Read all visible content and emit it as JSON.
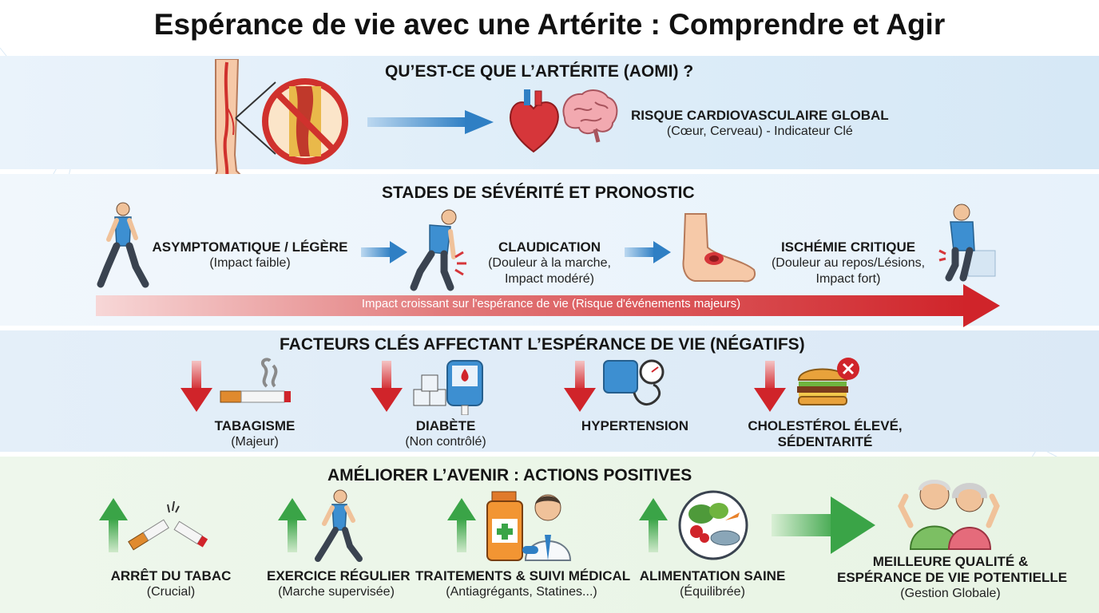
{
  "title": "Espérance de vie avec une Artérite : Comprendre et Agir",
  "section1": {
    "heading": "QU’EST-CE QUE L’ARTÉRITE (AOMI) ?",
    "risk_title": "RISQUE CARDIOVASCULAIRE GLOBAL",
    "risk_sub": "(Cœur, Cerveau) - Indicateur Clé",
    "icons": [
      "leg-artery-icon",
      "blocked-artery-icon",
      "heart-icon",
      "brain-icon"
    ]
  },
  "section2": {
    "heading": "STADES DE SÉVÉRITÉ ET PRONOSTIC",
    "stages": [
      {
        "title": "ASYMPTOMATIQUE / LÉGÈRE",
        "line1": "(Impact faible)",
        "line2": ""
      },
      {
        "title": "CLAUDICATION",
        "line1": "(Douleur à la marche,",
        "line2": "Impact modéré)"
      },
      {
        "title": "ISCHÉMIE CRITIQUE",
        "line1": "(Douleur au repos/Lésions,",
        "line2": "Impact fort)"
      }
    ],
    "impact_arrow": "Impact croissant sur l'espérance de vie (Risque d'événements majeurs)"
  },
  "section3": {
    "heading": "FACTEURS CLÉS AFFECTANT L’ESPÉRANCE DE VIE (NÉGATIFS)",
    "factors": [
      {
        "title": "TABAGISME",
        "sub": "(Majeur)"
      },
      {
        "title": "DIABÈTE",
        "sub": "(Non contrôlé)"
      },
      {
        "title": "HYPERTENSION",
        "sub": ""
      },
      {
        "title": "CHOLESTÉROL ÉLEVÉ,",
        "sub": "SÉDENTARITÉ"
      }
    ]
  },
  "section4": {
    "heading": "AMÉLIORER L’AVENIR : ACTIONS POSITIVES",
    "actions": [
      {
        "title": "ARRÊT DU TABAC",
        "sub": "(Crucial)"
      },
      {
        "title": "EXERCICE RÉGULIER",
        "sub": "(Marche supervisée)"
      },
      {
        "title": "TRAITEMENTS & SUIVI MÉDICAL",
        "sub": "(Antiagrégants, Statines...)"
      },
      {
        "title": "ALIMENTATION SAINE",
        "sub": "(Équilibrée)"
      }
    ],
    "result": {
      "line1": "MEILLEURE QUALITÉ &",
      "line2": "ESPÉRANCE DE VIE POTENTIELLE",
      "sub": "(Gestion Globale)"
    }
  },
  "colors": {
    "negative": "#d6363a",
    "positive": "#3aa447",
    "accent_blue": "#2f7fc4"
  }
}
